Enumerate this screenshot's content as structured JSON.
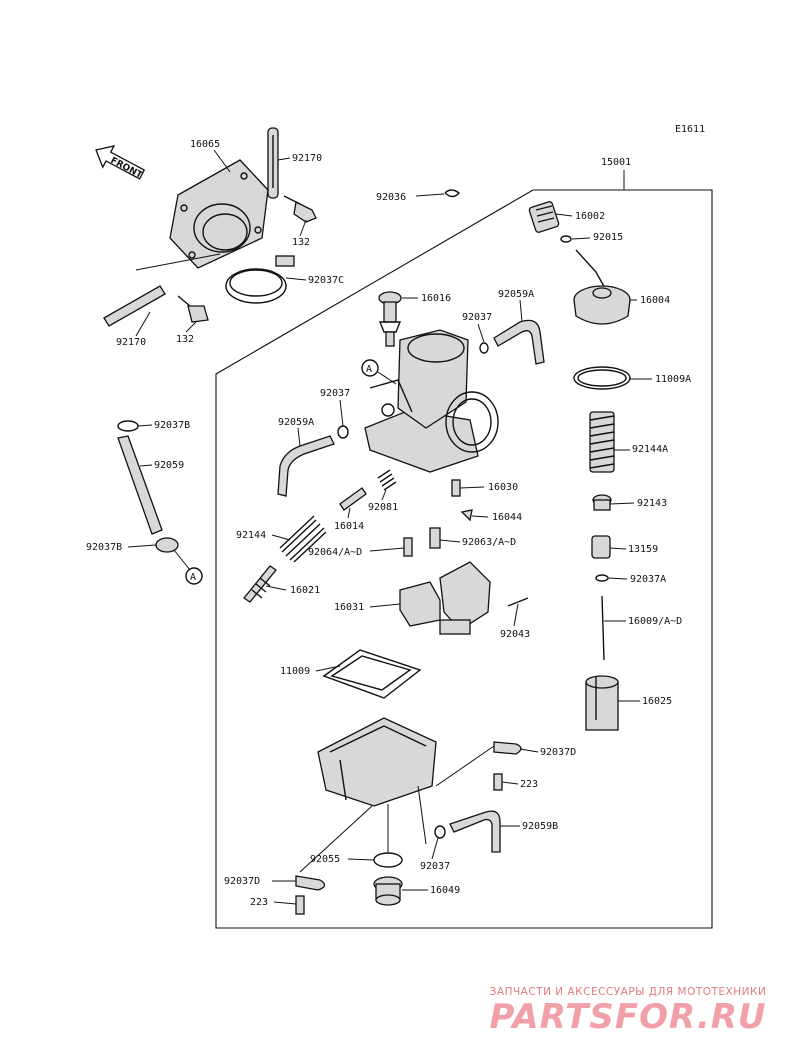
{
  "diagram_code": "E1611",
  "front_label": "FRONT",
  "parts": [
    {
      "id": "p16065",
      "label": "16065"
    },
    {
      "id": "p92170a",
      "label": "92170"
    },
    {
      "id": "p132a",
      "label": "132"
    },
    {
      "id": "p92037c",
      "label": "92037C"
    },
    {
      "id": "p92170b",
      "label": "92170"
    },
    {
      "id": "p132b",
      "label": "132"
    },
    {
      "id": "p15001",
      "label": "15001"
    },
    {
      "id": "p92036",
      "label": "92036"
    },
    {
      "id": "p16002",
      "label": "16002"
    },
    {
      "id": "p92015",
      "label": "92015"
    },
    {
      "id": "p16004",
      "label": "16004"
    },
    {
      "id": "p16016",
      "label": "16016"
    },
    {
      "id": "p92059a1",
      "label": "92059A"
    },
    {
      "id": "p92037a",
      "label": "92037"
    },
    {
      "id": "p11009a",
      "label": "11009A"
    },
    {
      "id": "p92037b",
      "label": "92037"
    },
    {
      "id": "p92059a2",
      "label": "92059A"
    },
    {
      "id": "p92144a",
      "label": "92144A"
    },
    {
      "id": "p92037b1",
      "label": "92037B"
    },
    {
      "id": "p92059",
      "label": "92059"
    },
    {
      "id": "p92037b2",
      "label": "92037B"
    },
    {
      "id": "p16030",
      "label": "16030"
    },
    {
      "id": "p92081",
      "label": "92081"
    },
    {
      "id": "p16014",
      "label": "16014"
    },
    {
      "id": "p16044",
      "label": "16044"
    },
    {
      "id": "p92143",
      "label": "92143"
    },
    {
      "id": "p92144",
      "label": "92144"
    },
    {
      "id": "p92064",
      "label": "92064/A~D"
    },
    {
      "id": "p92063",
      "label": "92063/A~D"
    },
    {
      "id": "p13159",
      "label": "13159"
    },
    {
      "id": "p92037a2",
      "label": "92037A"
    },
    {
      "id": "p16021",
      "label": "16021"
    },
    {
      "id": "p16031",
      "label": "16031"
    },
    {
      "id": "p92043",
      "label": "92043"
    },
    {
      "id": "p16009",
      "label": "16009/A~D"
    },
    {
      "id": "p11009",
      "label": "11009"
    },
    {
      "id": "p16025",
      "label": "16025"
    },
    {
      "id": "p92037d1",
      "label": "92037D"
    },
    {
      "id": "p223a",
      "label": "223"
    },
    {
      "id": "p92059b",
      "label": "92059B"
    },
    {
      "id": "p92055",
      "label": "92055"
    },
    {
      "id": "p92037e",
      "label": "92037"
    },
    {
      "id": "p92037d2",
      "label": "92037D"
    },
    {
      "id": "p16049",
      "label": "16049"
    },
    {
      "id": "p223b",
      "label": "223"
    }
  ],
  "callout_a": "A",
  "watermark": {
    "tagline": "ЗАПЧАСТИ И АКСЕССУАРЫ ДЛЯ МОТОТЕХНИКИ",
    "logo": "PARTSFOR.RU"
  }
}
